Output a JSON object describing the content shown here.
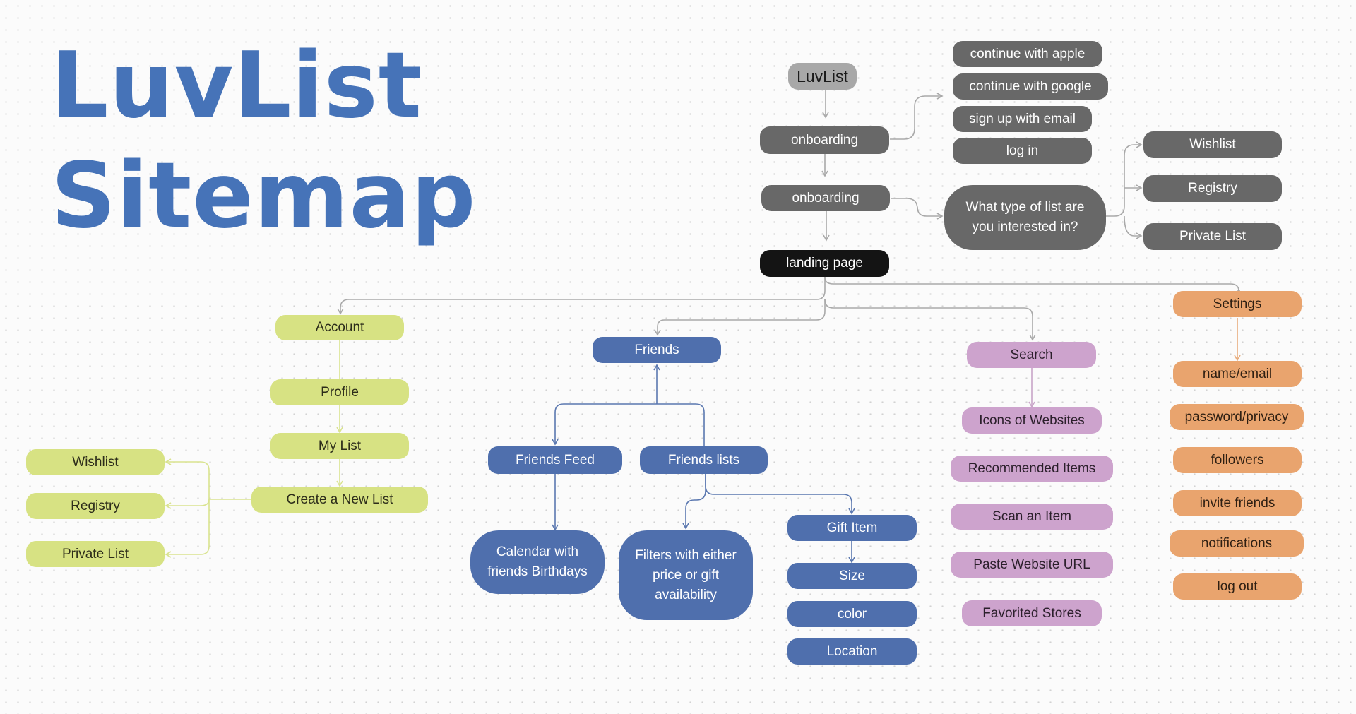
{
  "title": {
    "line1": "LuvList",
    "line2": "Sitemap"
  },
  "colors": {
    "title": "#4673b8",
    "gray_node": "#686868",
    "light_node": "#a8a8a8",
    "black_node": "#141414",
    "green_node": "#d7e283",
    "blue_node": "#4f6fad",
    "purple_node": "#cda3cd",
    "orange_node": "#e9a46e",
    "gray_edge": "#a9a9a9",
    "green_edge": "#d9e38f",
    "blue_edge": "#5b78b0",
    "purple_edge": "#c9a6c9",
    "orange_edge": "#e8ad7e"
  },
  "nodes": {
    "root": "LuvList",
    "onboarding1": "onboarding",
    "onboarding2": "onboarding",
    "landing": "landing page",
    "apple": "continue with apple",
    "google": "continue with google",
    "email": "sign up with email",
    "login": "log in",
    "listtype": "What type of list are you interested in?",
    "ob_wishlist": "Wishlist",
    "ob_registry": "Registry",
    "ob_private": "Private List",
    "account": "Account",
    "profile": "Profile",
    "mylist": "My List",
    "createlist": "Create a New List",
    "acc_wishlist": "Wishlist",
    "acc_registry": "Registry",
    "acc_private": "Private List",
    "friends": "Friends",
    "friendsfeed": "Friends Feed",
    "friendslists": "Friends lists",
    "calendar": "Calendar with friends Birthdays",
    "filters": "Filters with either price or gift availability",
    "giftitem": "Gift Item",
    "size": "Size",
    "color": "color",
    "location": "Location",
    "search": "Search",
    "icons": "Icons of Websites",
    "recommended": "Recommended Items",
    "scan": "Scan an Item",
    "paste": "Paste Website URL",
    "favorited": "Favorited Stores",
    "settings": "Settings",
    "nameemail": "name/email",
    "password": "password/privacy",
    "followers": "followers",
    "invite": "invite friends",
    "notifications": "notifications",
    "logout": "log out"
  }
}
